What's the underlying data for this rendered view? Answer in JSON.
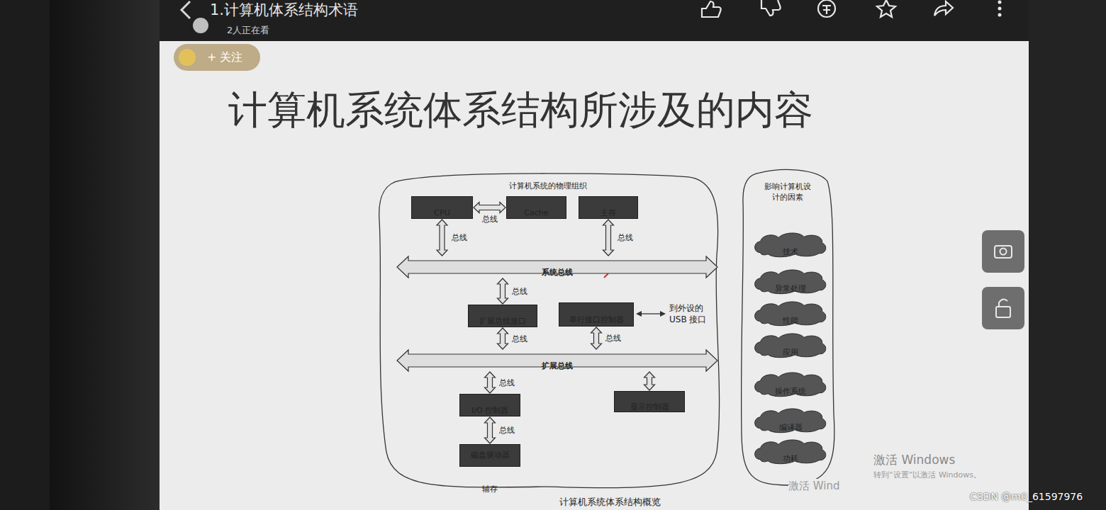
{
  "diagram": {
    "title": "计算机系统体系结构所涉及的内容",
    "caption": "计算机系统体系结构概览",
    "nodes": [
      {
        "text": [
          "计算机系统的物理组织"
        ]
      },
      {
        "text": [
          "CPU"
        ],
        "in": 0
      },
      {
        "text": [
          "Cache"
        ],
        "in": 0
      },
      {
        "text": [
          "主存"
        ],
        "in": 0
      },
      {
        "text": [
          "系统总线"
        ],
        "in": 0
      },
      {
        "text": [
          "扩展总线接口"
        ],
        "in": 0
      },
      {
        "text": [
          "串行接口控制器"
        ],
        "in": 0
      },
      {
        "text": [
          "扩展总线"
        ],
        "in": 0
      },
      {
        "text": [
          "I/O 控制器"
        ],
        "in": 0
      },
      {
        "text": [
          "显示控制器"
        ],
        "in": 0
      },
      {
        "text": [
          "磁盘驱动器",
          "辅存"
        ],
        "in": 0
      },
      {
        "text": [
          "影响计算机设计的因素"
        ]
      },
      {
        "text": [
          "技术"
        ],
        "in": 11
      },
      {
        "text": [
          "异常处理"
        ],
        "in": 11
      },
      {
        "text": [
          "性能"
        ],
        "in": 11
      },
      {
        "text": [
          "应用"
        ],
        "in": 11
      },
      {
        "text": [
          "操作系统"
        ],
        "in": 11
      },
      {
        "text": [
          "编译器"
        ],
        "in": 11
      },
      {
        "text": [
          "功耗"
        ],
        "in": 11
      }
    ],
    "edges": [
      {
        "from": 1,
        "to": 2,
        "arrow": "both",
        "label": "总线"
      },
      {
        "from": 1,
        "to": 4,
        "arrow": "both",
        "label": "总线"
      },
      {
        "from": 3,
        "to": 4,
        "arrow": "both",
        "label": "总线"
      },
      {
        "from": 4,
        "to": 5,
        "arrow": "both",
        "label": "总线"
      },
      {
        "from": 5,
        "to": 7,
        "arrow": "both",
        "label": "总线"
      },
      {
        "from": 6,
        "to": 7,
        "arrow": "both",
        "label": "总线"
      },
      {
        "from": 7,
        "to": 8,
        "arrow": "both",
        "label": "总线"
      },
      {
        "from": 7,
        "to": 9,
        "arrow": "both"
      },
      {
        "from": 8,
        "to": 10,
        "arrow": "both",
        "label": "总线"
      }
    ],
    "labels": [
      "1.计算机体系结构术语",
      "2人正在看",
      "+ 关注",
      "到外设的 USB 接口",
      "激活 Windows",
      "转到“设置”以激活 Windows。",
      "激活 Wind",
      "CSDN @m0_61597976"
    ]
  }
}
